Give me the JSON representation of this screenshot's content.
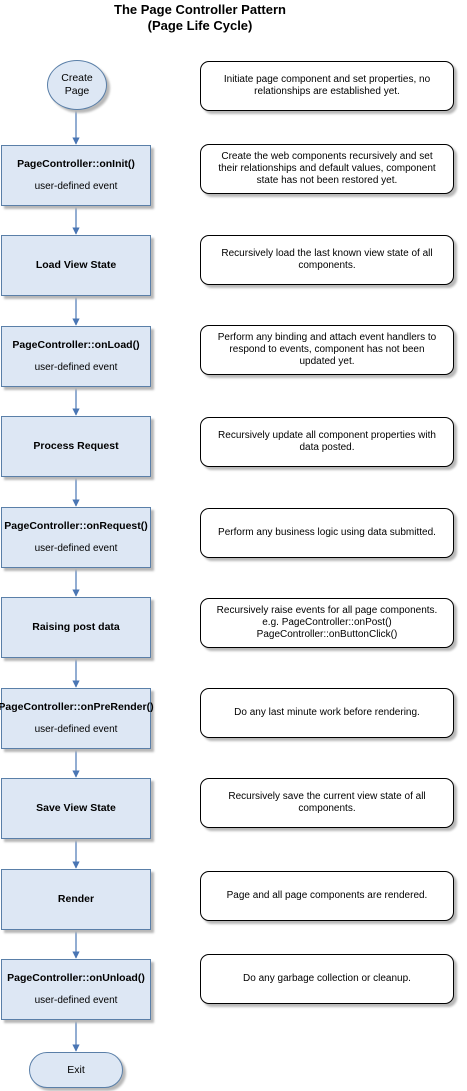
{
  "title": {
    "line1": "The Page Controller Pattern",
    "line2": "(Page Life Cycle)"
  },
  "start_node": {
    "line1": "Create",
    "line2": "Page"
  },
  "start_note": {
    "lines": [
      "Initiate page component and set properties, no",
      "relationships are established yet."
    ]
  },
  "steps": [
    {
      "name": "PageController::onInit()",
      "sub": "user-defined event",
      "note": [
        "Create the web components recursively and set",
        "their relationships and default values, component",
        "state has not been restored yet."
      ]
    },
    {
      "name": "Load View State",
      "sub": "",
      "note": [
        "Recursively load the last known view state of all",
        "components."
      ]
    },
    {
      "name": "PageController::onLoad()",
      "sub": "user-defined event",
      "note": [
        "Perform any binding and attach event handlers to",
        "respond to events, component has not been",
        "updated yet."
      ]
    },
    {
      "name": "Process Request",
      "sub": "",
      "note": [
        "Recursively update all component properties with",
        "data posted."
      ]
    },
    {
      "name": "PageController::onRequest()",
      "sub": "user-defined event",
      "note": [
        "Perform any business logic using data submitted."
      ]
    },
    {
      "name": "Raising post data",
      "sub": "",
      "note": [
        "Recursively raise events for all page components.",
        "e.g. PageController::onPost()",
        "PageController::onButtonClick()"
      ]
    },
    {
      "name": "PageController::onPreRender()",
      "sub": "user-defined event",
      "note": [
        "Do any last minute work before rendering."
      ]
    },
    {
      "name": "Save View State",
      "sub": "",
      "note": [
        "Recursively save the current view state of all",
        "components."
      ]
    },
    {
      "name": "Render",
      "sub": "",
      "note": [
        "Page and all page components are rendered."
      ]
    },
    {
      "name": "PageController::onUnload()",
      "sub": "user-defined event",
      "note": [
        "Do any garbage collection or cleanup."
      ]
    }
  ],
  "end_node": {
    "label": "Exit"
  },
  "colors": {
    "box_fill": "#dde7f4",
    "box_border": "#5a7fa8",
    "arrow": "#4a76b4"
  }
}
